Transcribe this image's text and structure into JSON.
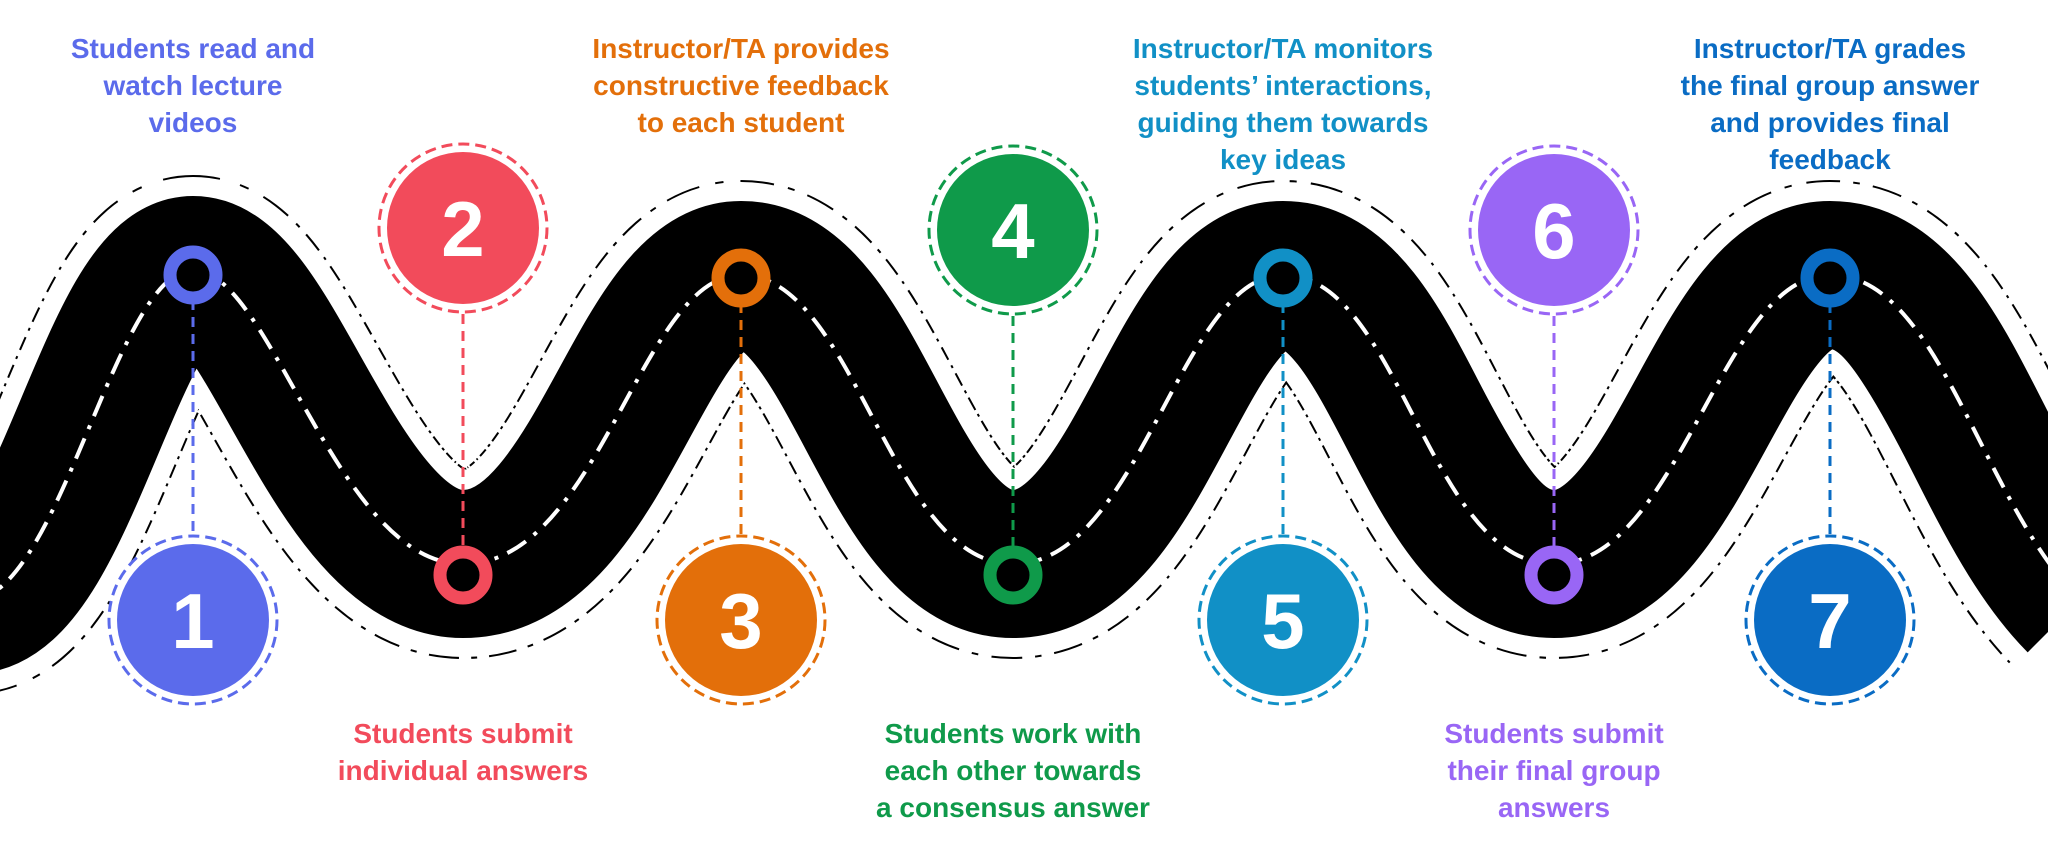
{
  "steps": [
    {
      "number": "1",
      "color": "#5B6BEB",
      "caption": "Students read and\nwatch lecture\nvideos"
    },
    {
      "number": "2",
      "color": "#F24B5B",
      "caption": "Students submit\nindividual answers"
    },
    {
      "number": "3",
      "color": "#E36F0A",
      "caption": "Instructor/TA provides\nconstructive feedback\nto each student"
    },
    {
      "number": "4",
      "color": "#0F9A4A",
      "caption": "Students work with\neach other towards\na consensus answer"
    },
    {
      "number": "5",
      "color": "#1190C6",
      "caption": "Instructor/TA monitors\nstudents’ interactions,\nguiding them towards\nkey ideas"
    },
    {
      "number": "6",
      "color": "#9966F5",
      "caption": "Students submit\ntheir final group\nanswers"
    },
    {
      "number": "7",
      "color": "#0A6CC4",
      "caption": "Instructor/TA grades\nthe final group answer\nand provides final\nfeedback"
    }
  ],
  "colors": {
    "road": "#000000",
    "road_marking": "#ffffff",
    "road_edge": "#000000"
  }
}
